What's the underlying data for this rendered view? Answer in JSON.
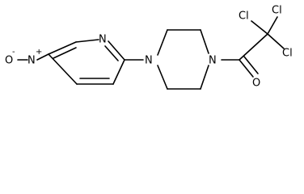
{
  "structure": {
    "atoms": {
      "nitro_oxygen": "O",
      "nitro_oxygen_charge": "-",
      "nitro_nitrogen": "N",
      "nitro_nitrogen_charge": "+",
      "pyridine_nitrogen": "N",
      "piperazine_nitrogen_left": "N",
      "piperazine_nitrogen_right": "N",
      "carbonyl_oxygen": "O",
      "chlorine_1": "Cl",
      "chlorine_2": "Cl",
      "chlorine_3": "Cl"
    }
  }
}
